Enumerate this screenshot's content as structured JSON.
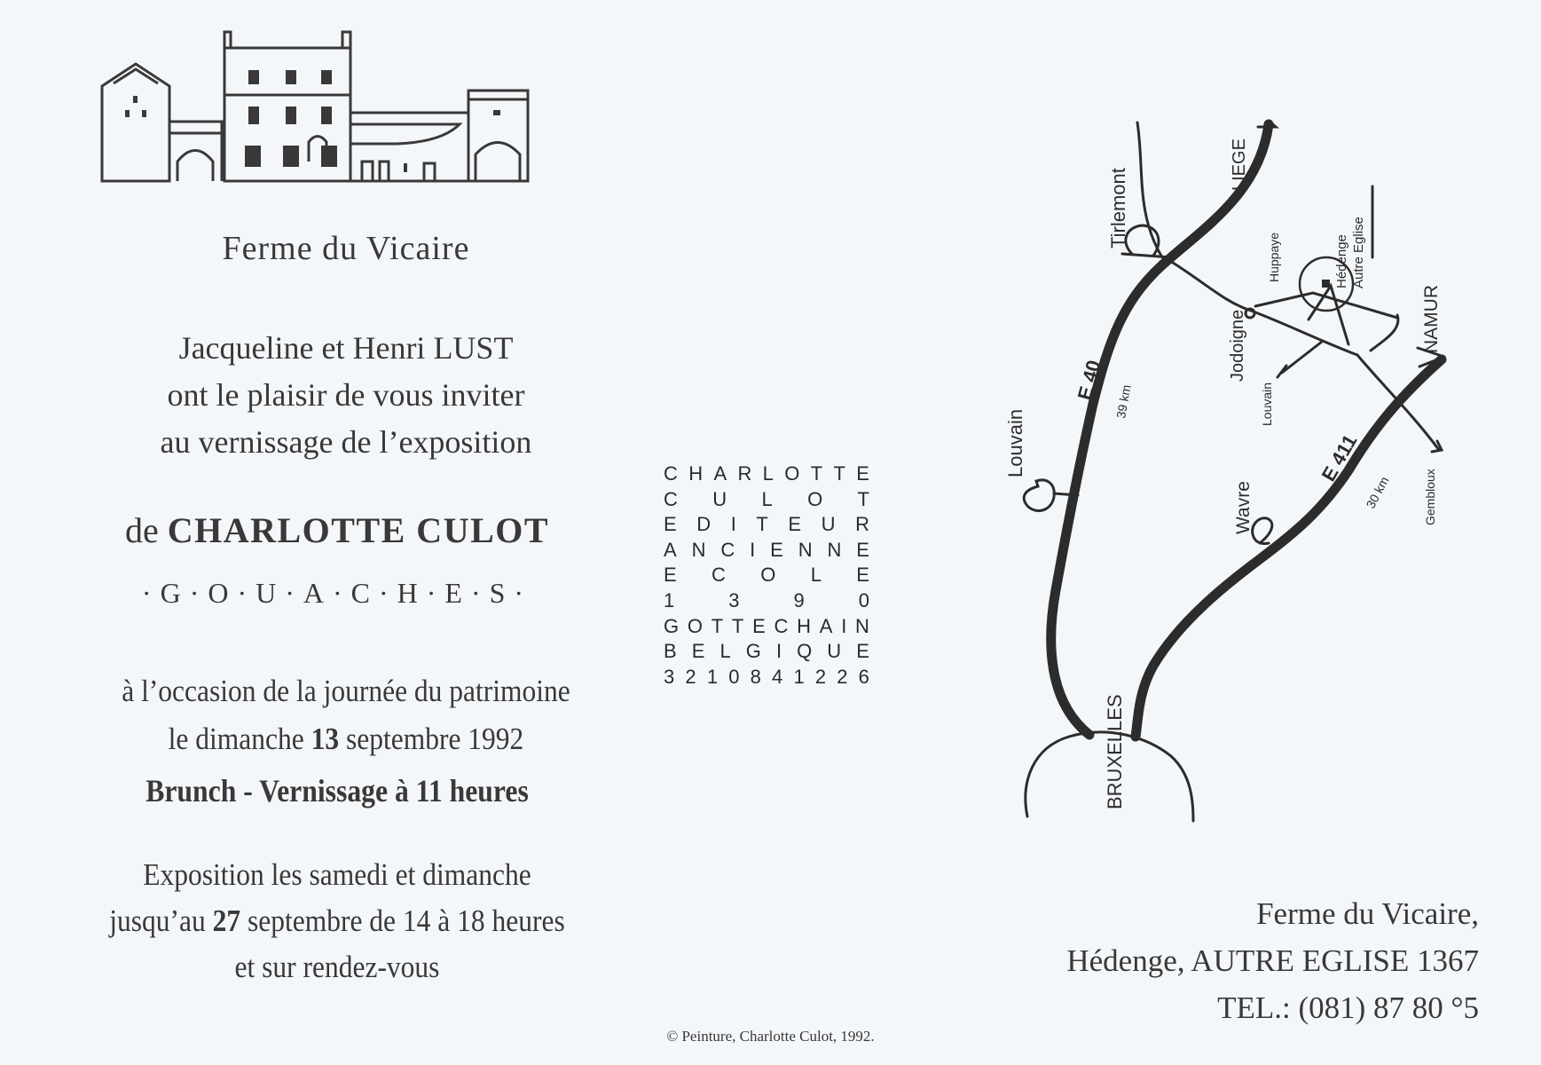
{
  "venue": {
    "title": "Ferme du Vicaire"
  },
  "invitation": {
    "lines": [
      "Jacqueline et Henri LUST",
      "ont le plaisir de vous inviter",
      "au vernissage de l’exposition"
    ]
  },
  "artist": {
    "prefix": "de",
    "name": "CHARLOTTE CULOT"
  },
  "genre": "·G·O·U·A·C·H·E·S·",
  "occasion": {
    "line1": "à l’occasion de la journée du patrimoine",
    "line2_pre": "le dimanche ",
    "line2_bold": "13",
    "line2_post": " septembre 1992"
  },
  "brunch": "Brunch - Vernissage à 11 heures",
  "exposition": {
    "line1": "Exposition les samedi et dimanche",
    "line2_pre": "jusqu’au ",
    "line2_bold": "27",
    "line2_post": " septembre de 14 à 18 heures",
    "line3": "et sur rendez-vous"
  },
  "publisher": {
    "lines": [
      "CHARLOTTE",
      "CULOT",
      "EDITEUR",
      "ANCIENNE",
      "ECOLE",
      "1390",
      "GOTTECHAIN",
      "BELGIQUE",
      "32 10 841226"
    ]
  },
  "map": {
    "places": {
      "liege": "LIEGE",
      "tirlemont": "Tirlemont",
      "hedenge": "Hédenge",
      "autre_eglise": "Autre Eglise",
      "huppaye": "Huppaye",
      "jodoigne": "Jodoigne",
      "namur": "NAMUR",
      "louvain_small": "Louvain",
      "louvain": "Louvain",
      "gembloux": "Gembloux",
      "wavre": "Wavre",
      "bruxelles": "BRUXELLES"
    },
    "roads": {
      "e40": "E 40",
      "e40_km": "39 km",
      "e411": "E 411",
      "e411_km": "30 km"
    }
  },
  "address": {
    "line1": "Ferme du Vicaire,",
    "line2": "Hédenge, AUTRE EGLISE 1367",
    "line3": "TEL.: (081) 87 80 °5"
  },
  "copyright": "© Peinture, Charlotte Culot, 1992."
}
